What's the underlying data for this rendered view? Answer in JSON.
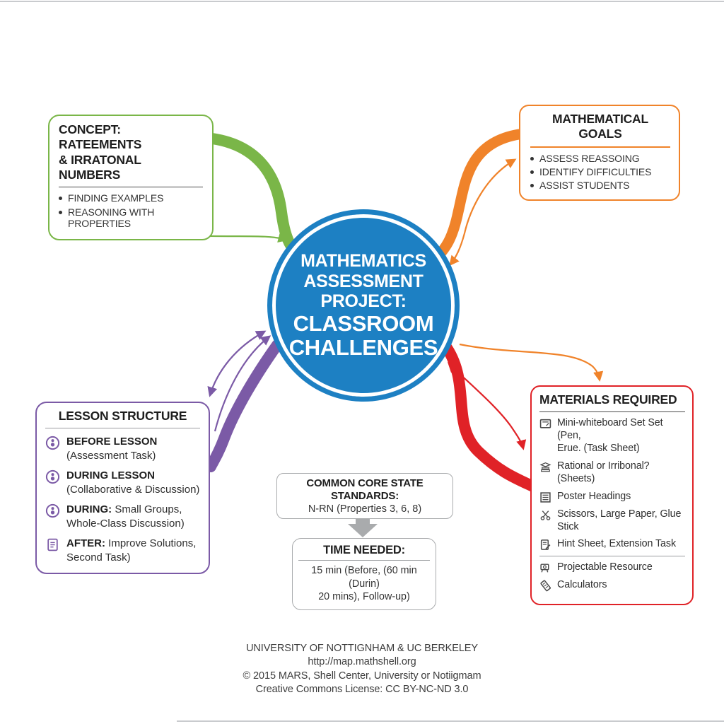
{
  "colors": {
    "blue": "#1d80c3",
    "green": "#7ab648",
    "orange": "#f0832a",
    "purple": "#7b5aa6",
    "red": "#e02227",
    "gray_arrow": "#a9abad"
  },
  "center_circle": {
    "line1": "MATHEMATICS",
    "line2": "ASSESSMENT",
    "line3": "PROJECT:",
    "line4": "CLASSROOM",
    "line5": "CHALLENGES"
  },
  "concept_box": {
    "title_line1": "CONCEPT: RATEEMENTS",
    "title_line2": "& IRRATONAL NUMBERS",
    "bullets": [
      "FINDING EXAMPLES",
      "REASONING WITH PROPERTIES"
    ]
  },
  "goals_box": {
    "title": "MATHEMATICAL GOALS",
    "bullets": [
      "ASSESS REASSOING",
      "IDENTIFY DIFFICULTIES",
      "ASSIST STUDENTS"
    ]
  },
  "lesson_box": {
    "title": "LESSON STRUCTURE",
    "items": [
      {
        "bold": "BEFORE LESSON",
        "rest": "",
        "line2": "(Assessment Task)"
      },
      {
        "bold": "DURING LESSON",
        "rest": "",
        "line2": "(Collaborative & Discussion)"
      },
      {
        "bold": "DURING:",
        "rest": " Small Groups,",
        "line2": "Whole-Class Discussion)"
      },
      {
        "bold": "AFTER:",
        "rest": " Improve Solutions,",
        "line2": "Second Task)"
      }
    ]
  },
  "materials_box": {
    "title": "MATERIALS REQUIRED",
    "items": [
      {
        "text": "Mini-whiteboard Set Set (Pen,",
        "line2": "Erue. (Task Sheet)"
      },
      {
        "text": "Rational or Irribonal? (Sheets)"
      },
      {
        "text": "Poster Headings"
      },
      {
        "text": "Scissors, Large Paper, Glue Stick"
      },
      {
        "text": "Hint Sheet, Extension Task"
      },
      {
        "text": "Projectable Resource"
      },
      {
        "text": "Calculators"
      }
    ]
  },
  "standards_box": {
    "title": "COMMON CORE STATE STANDARDS:",
    "line2": "N-RN (Properties 3, 6, 8)"
  },
  "time_box": {
    "title": "TIME NEEDED:",
    "line1": "15 min (Before, (60 min (Durin)",
    "line2": "20 mins), Follow-up)"
  },
  "footer": {
    "line1": "UNIVERSITY OF NOTTIGNHAM & UC BERKELEY",
    "line2": "http://map.mathshell.org",
    "line3": "© 2015 MARS, Shell Center, University or Notiigmam",
    "line4": "Creative Commons License: CC BY-NC-ND 3.0"
  }
}
